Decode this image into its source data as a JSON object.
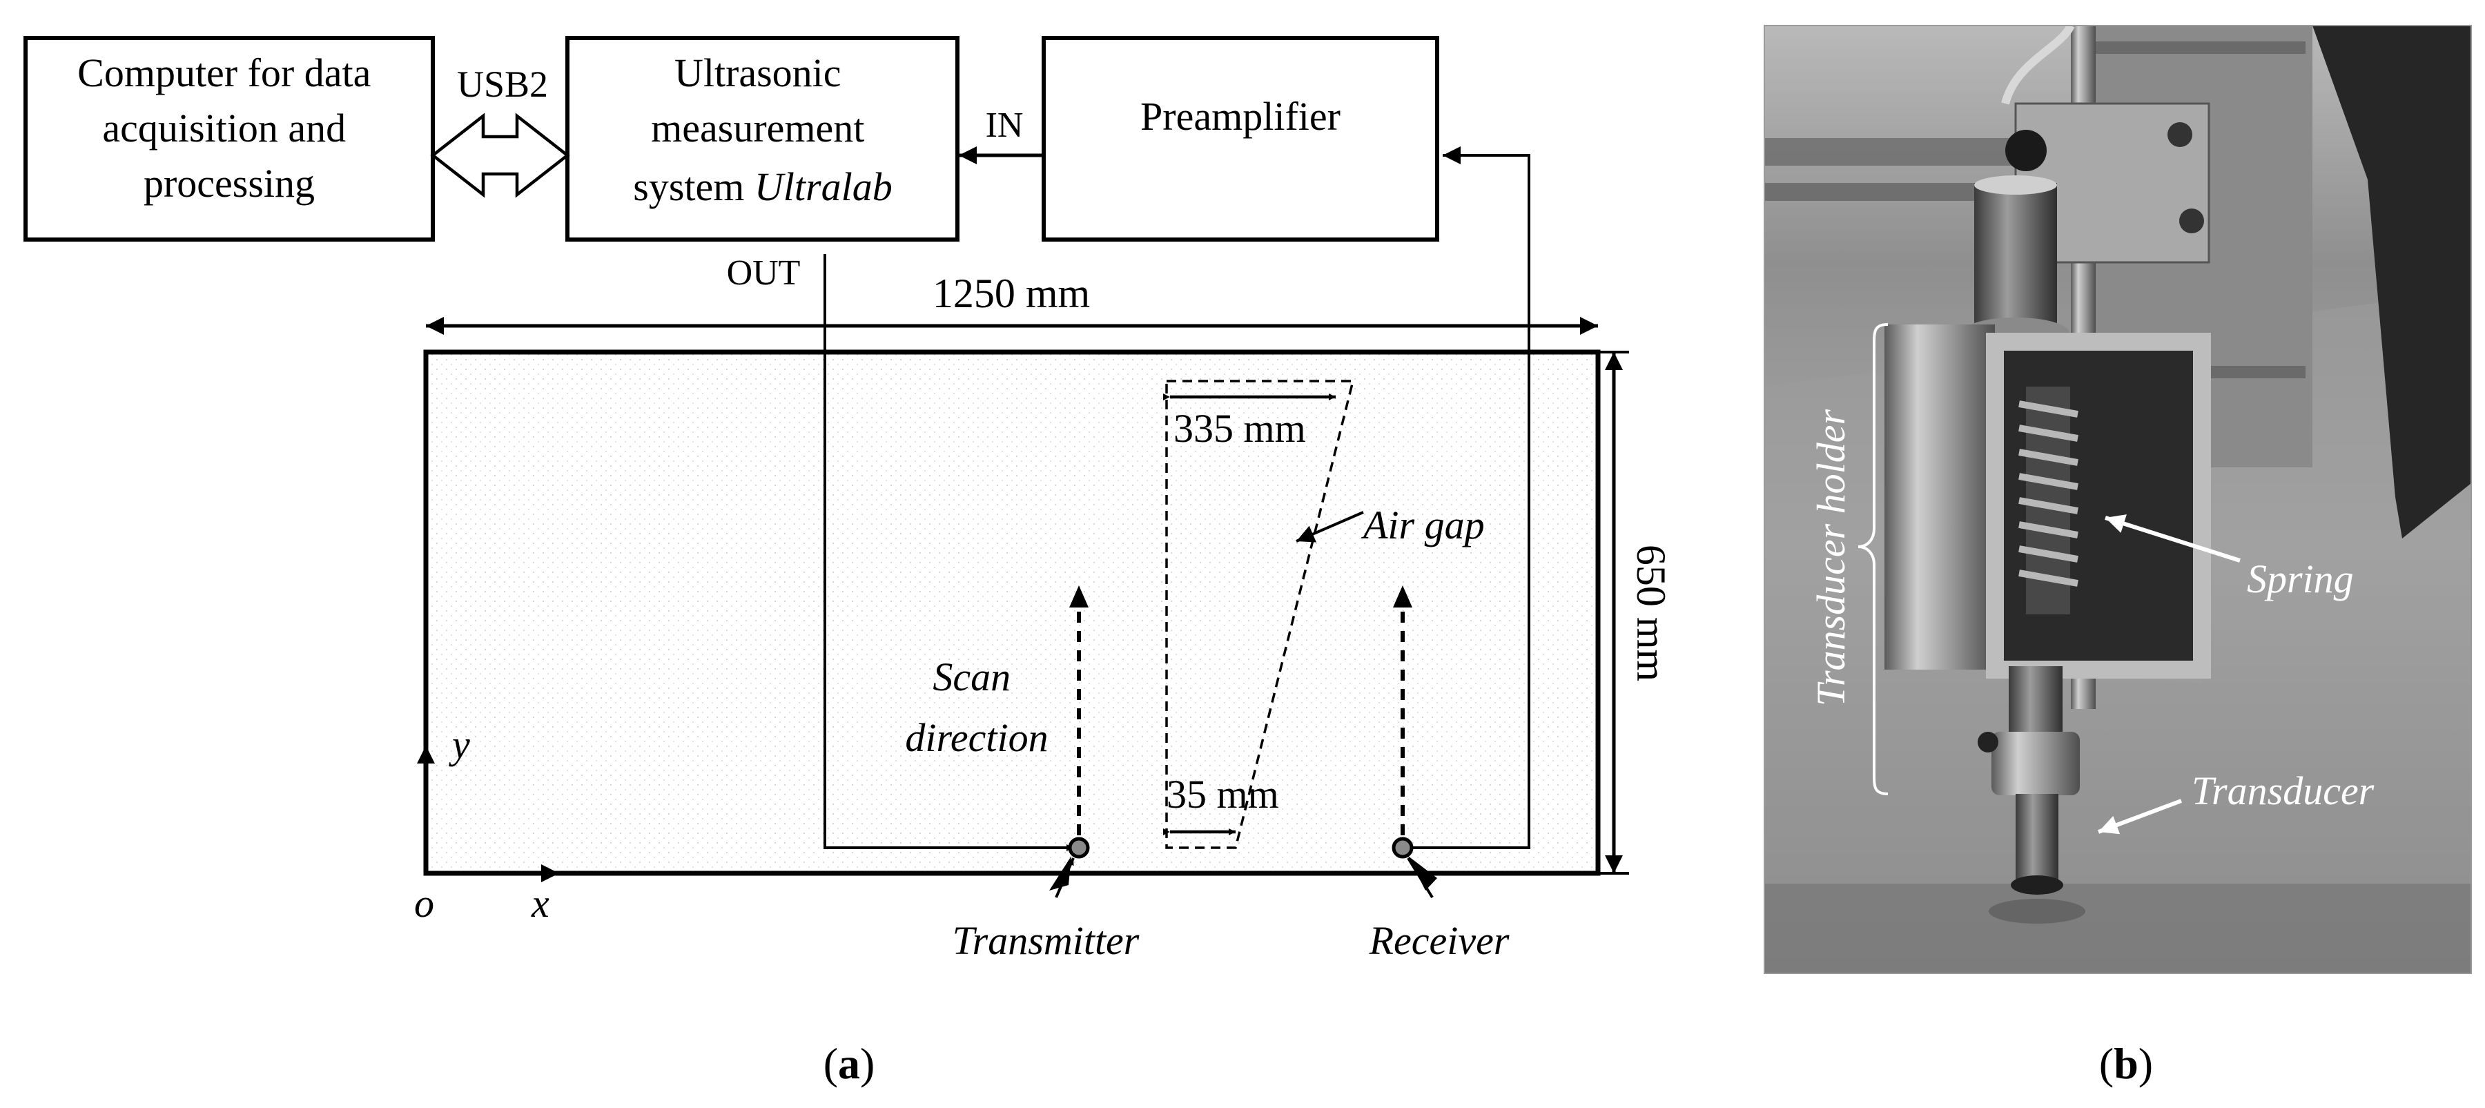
{
  "panel_a": {
    "boxes": {
      "computer": [
        "Computer for data",
        "acquisition and",
        "processing"
      ],
      "ultrasonic": [
        "Ultrasonic",
        "measurement",
        "system "
      ],
      "ultrasonic_italic": "Ultralab",
      "preamplifier": "Preamplifier"
    },
    "connections": {
      "usb": "USB2",
      "in": "IN",
      "out": "OUT"
    },
    "dimensions": {
      "width": "1250 mm",
      "height": "650 mm",
      "gap_top": "335 mm",
      "gap_bottom": "35 mm"
    },
    "annotations": {
      "air_gap": "Air gap",
      "scan_direction": [
        "Scan",
        "direction"
      ],
      "transmitter": "Transmitter",
      "receiver": "Receiver"
    },
    "axes": {
      "origin": "o",
      "x": "x",
      "y": "y"
    },
    "caption": [
      "(",
      "a",
      ")"
    ]
  },
  "panel_b": {
    "labels": {
      "transducer_holder": "Transducer holder",
      "spring": "Spring",
      "transducer": "Transducer"
    },
    "caption": [
      "(",
      "b",
      ")"
    ]
  }
}
